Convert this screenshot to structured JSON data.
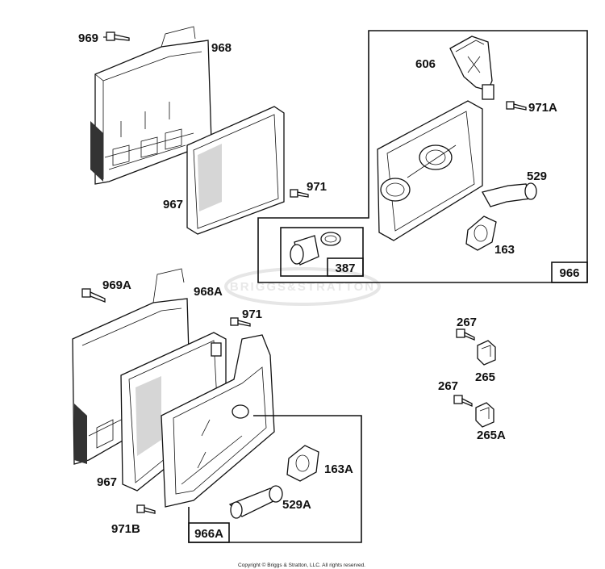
{
  "watermark": {
    "text": "BRIGGS&STRATTON"
  },
  "copyright": "Copyright © Briggs & Stratton, LLC. All rights reserved.",
  "callouts": {
    "p969": "969",
    "p968": "968",
    "p967_top": "967",
    "p971_top": "971",
    "p606": "606",
    "p971A": "971A",
    "p529": "529",
    "p163": "163",
    "p387": "387",
    "p966": "966",
    "p969A": "969A",
    "p968A": "968A",
    "p971_mid": "971",
    "p267_top": "267",
    "p265": "265",
    "p267_bot": "267",
    "p265A": "265A",
    "p163A": "163A",
    "p529A": "529A",
    "p967_bot": "967",
    "p971B": "971B",
    "p966A": "966A"
  }
}
